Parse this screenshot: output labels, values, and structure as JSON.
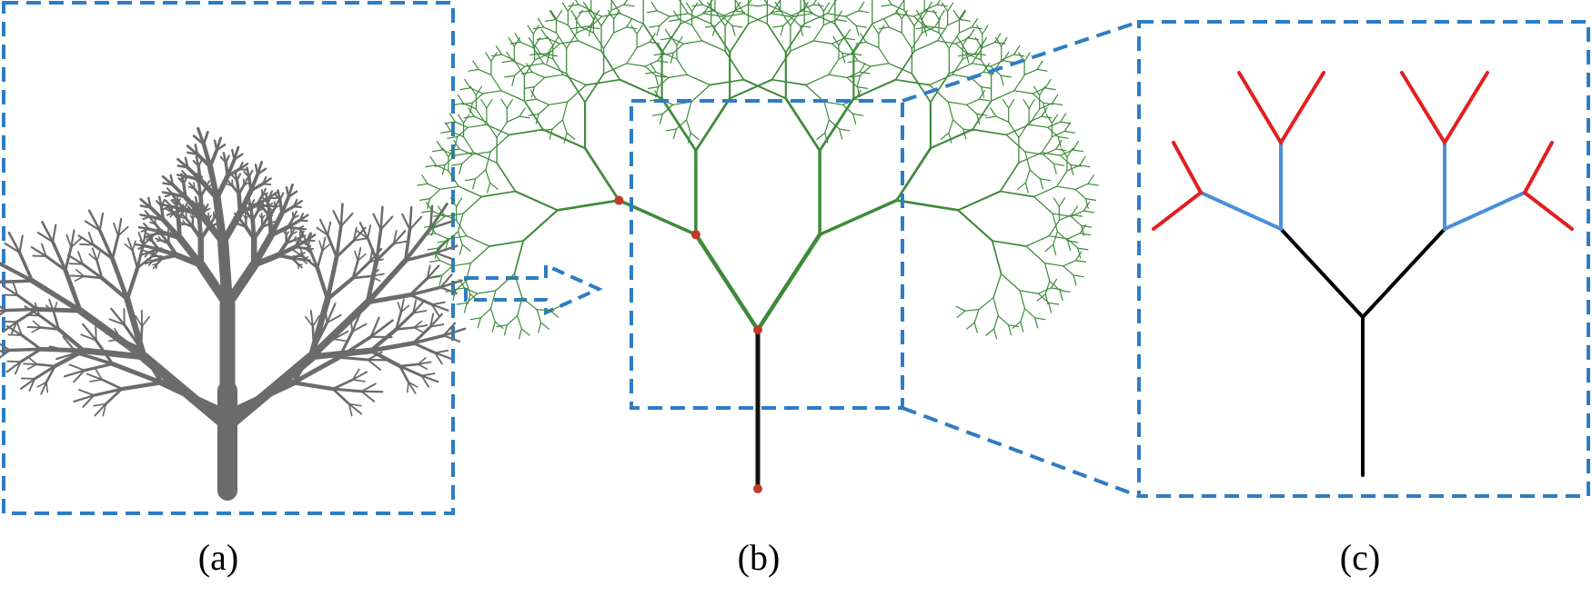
{
  "panels": [
    {
      "id": "a",
      "label": "(a)"
    },
    {
      "id": "b",
      "label": "(b)"
    },
    {
      "id": "c",
      "label": "(c)"
    }
  ],
  "colors": {
    "frame": "#2E7CC4",
    "panel_a_tree": "#6b6b6b",
    "panel_b_tree": "#3e8a3a",
    "panel_b_trunk": "#111111",
    "node": "#c0392b",
    "level_1": "#000000",
    "level_2": "#4a90d9",
    "level_3": "#e02020"
  }
}
